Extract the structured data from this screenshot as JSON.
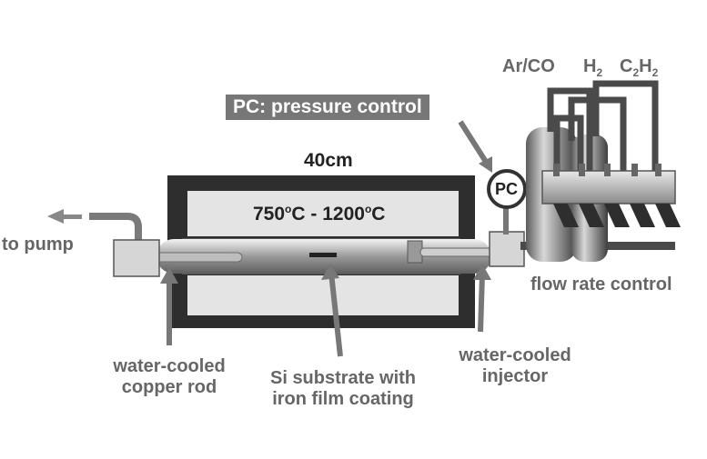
{
  "labels": {
    "pc_banner": "PC: pressure control",
    "pc_gauge": "PC",
    "length": "40cm",
    "temp_low": "750",
    "temp_unit_low": "C",
    "temp_sep": " - ",
    "temp_high": "1200",
    "temp_unit_high": "C",
    "degree_mark": "o",
    "to_pump": "to pump",
    "flow_rate": "flow rate control",
    "copper_rod_1": "water-cooled",
    "copper_rod_2": "copper rod",
    "substrate_1": "Si substrate with",
    "substrate_2": "iron film coating",
    "injector_1": "water-cooled",
    "injector_2": "injector"
  },
  "gases": {
    "ar_co": "Ar/CO",
    "h2_symbol": "H",
    "h2_sub": "2",
    "c2h2_c": "C",
    "c2h2_sub1": "2",
    "c2h2_h": "H",
    "c2h2_sub2": "2"
  },
  "colors": {
    "label_gray": "#666666",
    "text_dark": "#222222",
    "banner_bg": "#777777"
  }
}
